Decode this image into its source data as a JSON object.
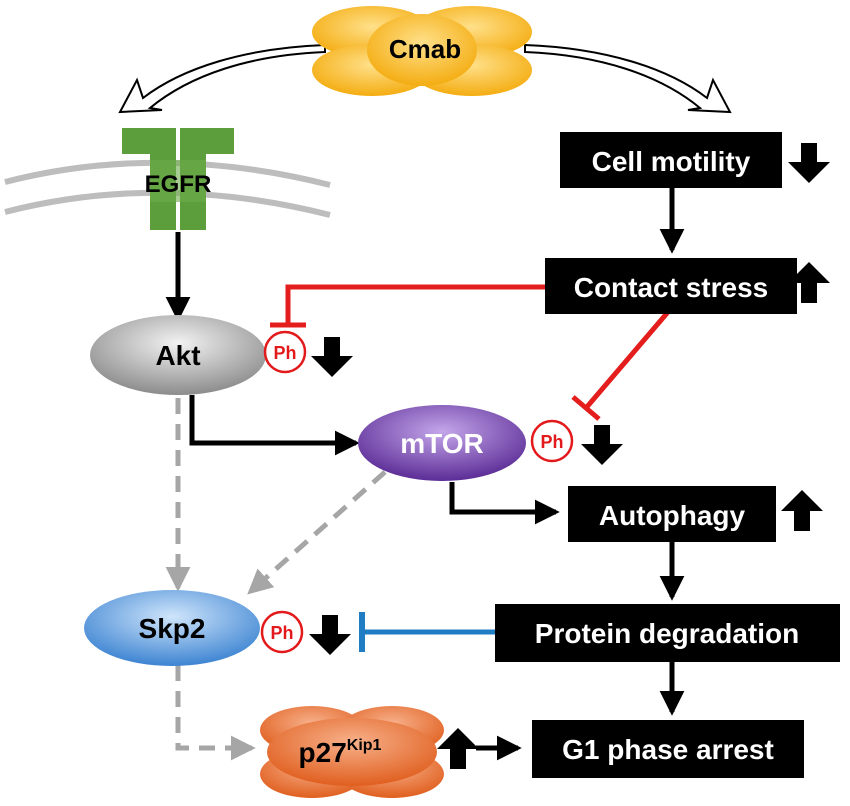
{
  "colors": {
    "activation": "#000000",
    "inhibition_red": "#e41d1d",
    "inhibition_blue": "#1f7dc4",
    "indirect": "#a6a6a6",
    "box_fill": "#000000",
    "box_text": "#ffffff",
    "cmab": "#f6b81c",
    "egfr": "#5c9e3c",
    "akt": "#9a9a9a",
    "mtor": "#6f3fa7",
    "skp2": "#4a90d9",
    "p27": "#e5753a",
    "phospho": "#e31a1c"
  },
  "nodes": {
    "cmab": "Cmab",
    "egfr": "EGFR",
    "akt": "Akt",
    "mtor": "mTOR",
    "skp2": "Skp2",
    "p27_main": "p27",
    "p27_sup": "Kip1"
  },
  "boxes": {
    "cell_motility": "Cell motility",
    "contact_stress": "Contact stress",
    "autophagy": "Autophagy",
    "protein_degradation": "Protein degradation",
    "g1_arrest": "G1 phase arrest"
  },
  "phospho_label": "Ph",
  "trend_icons": {
    "cell_motility": "down-arrow-icon",
    "contact_stress": "up-arrow-icon",
    "akt_ph": "down-arrow-icon",
    "mtor_ph": "down-arrow-icon",
    "autophagy": "up-arrow-icon",
    "skp2_ph": "down-arrow-icon",
    "p27": "up-arrow-icon"
  }
}
